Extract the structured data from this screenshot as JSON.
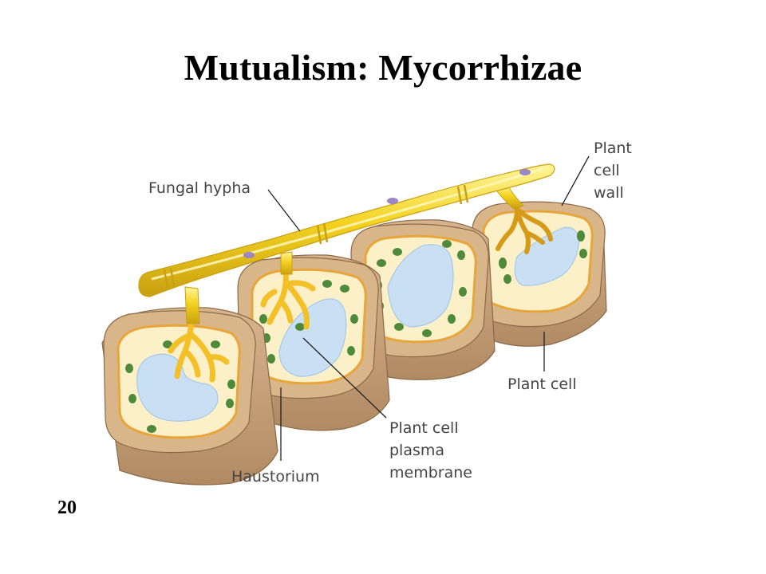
{
  "slide": {
    "title": "Mutualism: Mycorrhizae",
    "number": "20"
  },
  "figure": {
    "labels": {
      "fungal_hypha": "Fungal hypha",
      "plant_cell_wall": [
        "Plant",
        "cell",
        "wall"
      ],
      "plant_cell": "Plant cell",
      "haustorium": "Haustorium",
      "plasma_membrane": [
        "Plant cell",
        "plasma",
        "membrane"
      ]
    },
    "colors": {
      "cell_wall": "#c9a27a",
      "cell_wall_dark": "#a8825a",
      "cytoplasm": "#fbf0c8",
      "membrane": "#e8a53a",
      "vacuole": "#c9e0f4",
      "chloroplast": "#4f8a3a",
      "hypha": "#f3d21f",
      "hypha_highlight": "#fff59b",
      "nucleus": "#9b87c6"
    }
  }
}
